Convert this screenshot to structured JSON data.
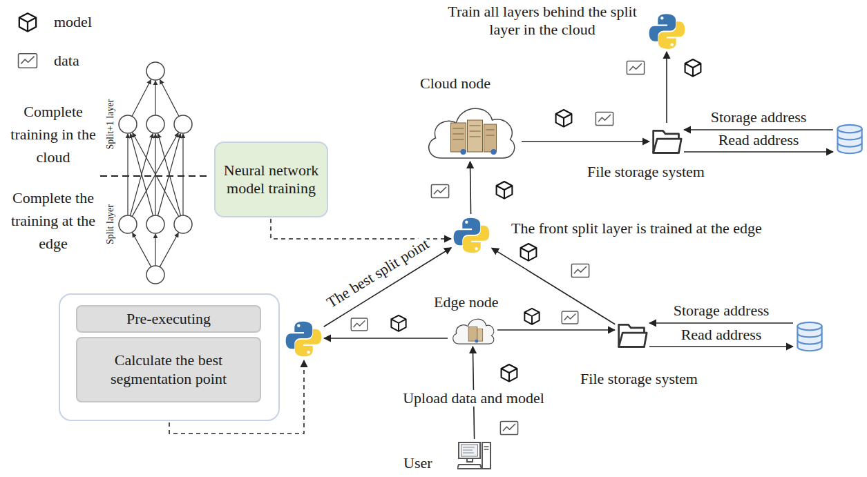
{
  "diagram": {
    "nodes": [
      {
        "text": [
          "Train all layers behind the split layer in the cloud"
        ]
      },
      {
        "text": [
          "Cloud node"
        ]
      },
      {
        "text": [
          "File storage system"
        ]
      },
      {
        "text": []
      },
      {
        "text": [
          "Neural network model training"
        ]
      },
      {
        "text": [
          "The front split layer is trained at the edge"
        ]
      },
      {
        "text": []
      },
      {
        "text": [
          "Pre-executing"
        ],
        "in": 6
      },
      {
        "text": [
          "Calculate the best segmentation point"
        ],
        "in": 6
      },
      {
        "text": []
      },
      {
        "text": [
          "Edge node"
        ]
      },
      {
        "text": [
          "File storage system"
        ]
      },
      {
        "text": []
      },
      {
        "text": [
          "User"
        ]
      }
    ],
    "edges": [
      {
        "from": 5,
        "to": 1,
        "arrow": "to"
      },
      {
        "from": 1,
        "to": 2,
        "arrow": "to"
      },
      {
        "from": 2,
        "to": 0,
        "arrow": "to"
      },
      {
        "from": 3,
        "to": 2,
        "label": "Storage address",
        "arrow": "to"
      },
      {
        "from": 2,
        "to": 3,
        "label": "Read address",
        "arrow": "to"
      },
      {
        "from": 4,
        "to": 5,
        "arrow": "to"
      },
      {
        "from": 10,
        "to": 9,
        "arrow": "to"
      },
      {
        "from": 9,
        "to": 5,
        "label": "The best split point",
        "arrow": "to"
      },
      {
        "from": 10,
        "to": 11,
        "arrow": "to"
      },
      {
        "from": 11,
        "to": 5,
        "arrow": "to"
      },
      {
        "from": 12,
        "to": 11,
        "label": "Storage address",
        "arrow": "to"
      },
      {
        "from": 11,
        "to": 12,
        "label": "Read address",
        "arrow": "to"
      },
      {
        "from": 13,
        "to": 10,
        "label": "Upload data and model",
        "arrow": "to"
      },
      {
        "from": 6,
        "to": 9,
        "arrow": "to"
      }
    ],
    "labels": [
      "Complete training in the cloud",
      "Complete the training at the edge",
      "Split+1 layer",
      "Split layer"
    ],
    "legend": [
      {
        "text": "model"
      },
      {
        "text": "data"
      }
    ]
  }
}
